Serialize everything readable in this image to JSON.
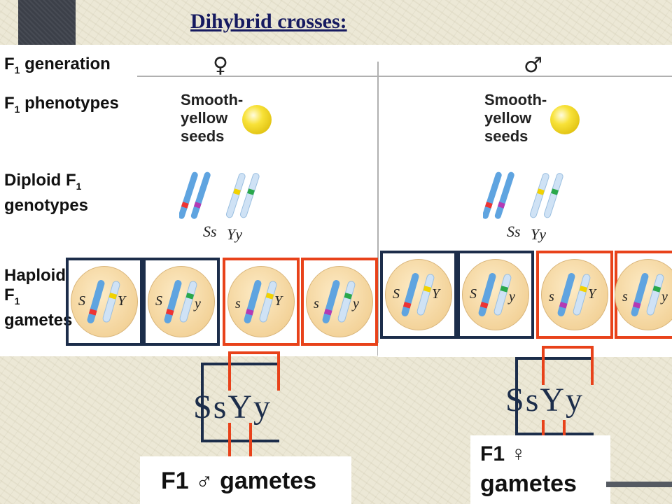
{
  "slide": {
    "title": "Dihybrid crosses:"
  },
  "figure": {
    "row_labels": {
      "generation": "F1 generation",
      "phenotypes": "F1 phenotypes",
      "genotypes": "Diploid F1\ngenotypes",
      "gametes": "Haploid\nF1\ngametes"
    },
    "female": {
      "symbol": "♀",
      "phenotype": "Smooth-\nyellow\nseeds",
      "genotype_s": "Ss",
      "genotype_y": "Yy",
      "gametes": [
        {
          "a1": "S",
          "a2": "Y"
        },
        {
          "a1": "S",
          "a2": "y"
        },
        {
          "a1": "s",
          "a2": "Y"
        },
        {
          "a1": "s",
          "a2": "y"
        }
      ]
    },
    "male": {
      "symbol": "♂",
      "phenotype": "Smooth-\nyellow\nseeds",
      "genotype_s": "Ss",
      "genotype_y": "Yy",
      "gametes": [
        {
          "a1": "S",
          "a2": "Y"
        },
        {
          "a1": "S",
          "a2": "y"
        },
        {
          "a1": "s",
          "a2": "Y"
        },
        {
          "a1": "s",
          "a2": "y"
        }
      ]
    }
  },
  "annotations": {
    "left_genotype": "SsYy",
    "right_genotype": "SsYy",
    "left_caption": "F1 ♂ gametes",
    "right_caption_line1": "F1 ♀",
    "right_caption_line2": "gametes"
  },
  "colors": {
    "navy": "#1c2d4a",
    "orange": "#e8421a",
    "title": "#161a60"
  }
}
